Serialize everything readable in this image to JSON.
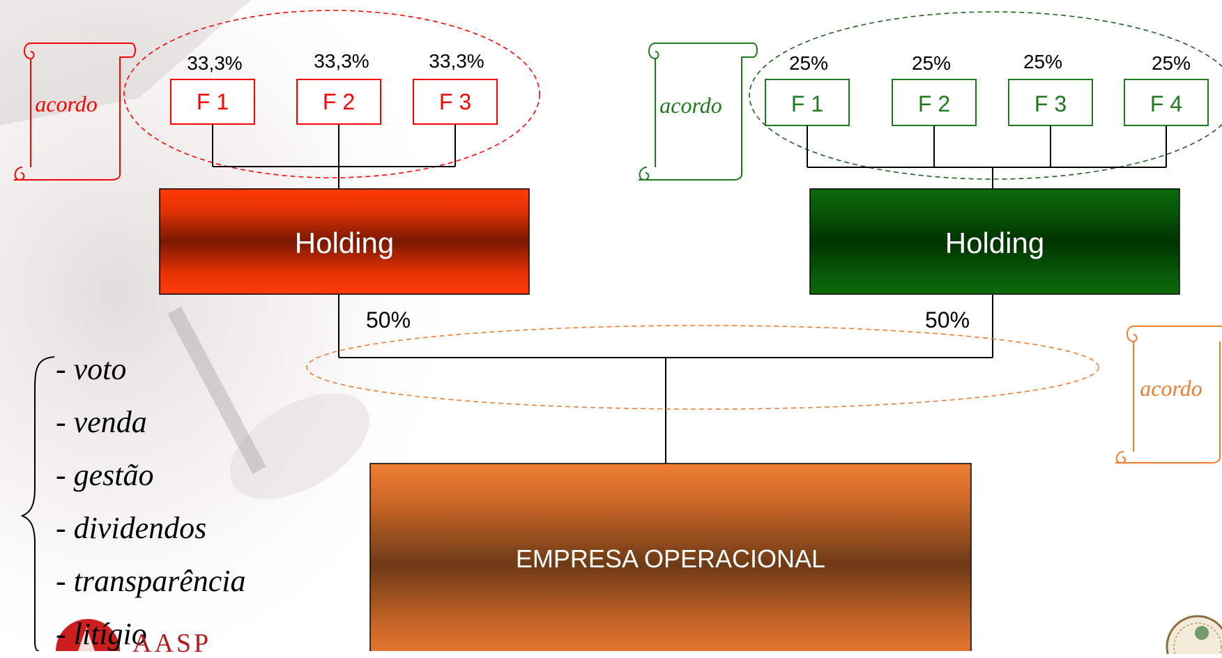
{
  "left_group": {
    "acordo_label": "acordo",
    "members": [
      {
        "label": "F 1",
        "share": "33,3%"
      },
      {
        "label": "F 2",
        "share": "33,3%"
      },
      {
        "label": "F 3",
        "share": "33,3%"
      }
    ],
    "holding_label": "Holding",
    "holding_share": "50%",
    "color": "#ff0000"
  },
  "right_group": {
    "acordo_label": "acordo",
    "members": [
      {
        "label": "F 1",
        "share": "25%"
      },
      {
        "label": "F 2",
        "share": "25%"
      },
      {
        "label": "F 3",
        "share": "25%"
      },
      {
        "label": "F 4",
        "share": "25%"
      }
    ],
    "holding_label": "Holding",
    "holding_share": "50%",
    "color": "#1e7a1e"
  },
  "operational": {
    "acordo_label": "acordo",
    "company_label": "EMPRESA OPERACIONAL",
    "color": "#ed7d31"
  },
  "agreement_topics": [
    {
      "prefix": "- ",
      "text": "voto"
    },
    {
      "prefix": "- ",
      "text": "venda"
    },
    {
      "prefix": "- ",
      "text": "gestão"
    },
    {
      "prefix": "- ",
      "text": "dividendos"
    },
    {
      "prefix": "- ",
      "text": "transparência"
    },
    {
      "prefix": "- ",
      "text": "litígio"
    }
  ],
  "footer_logo_text": "AASP"
}
